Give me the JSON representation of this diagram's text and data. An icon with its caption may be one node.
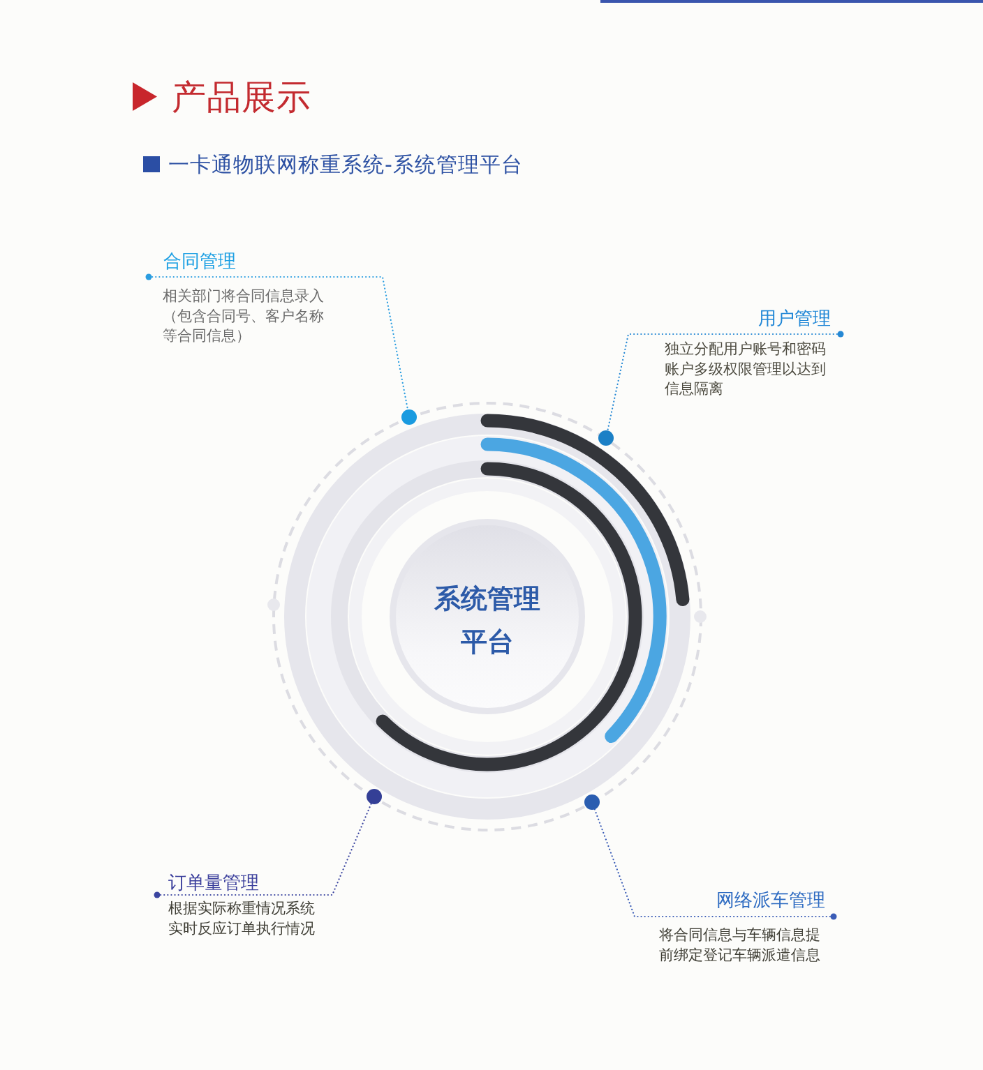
{
  "diagram": {
    "title": "产品展示",
    "nodes": [
      {
        "text": [
          "合同管理",
          "相关部门将合同信息录入（包含合同号、客户名称等合同信息）"
        ]
      },
      {
        "text": [
          "用户管理",
          "独立分配用户账号和密码账户多级权限管理以达到信息隔离"
        ]
      },
      {
        "text": [],
        "shape": "circle"
      },
      {
        "text": [],
        "shape": "circle"
      },
      {
        "text": [
          "系统管理平台"
        ]
      },
      {
        "text": [],
        "shape": "circle"
      },
      {
        "text": [],
        "shape": "circle"
      },
      {
        "text": [
          "订单量管理",
          "根据实际称重情况系统实时反应订单执行情况"
        ]
      },
      {
        "text": [
          "网络派车管理",
          "将合同信息与车辆信息提前绑定登记车辆派遣信息"
        ]
      }
    ],
    "edges": [
      {
        "from": 0,
        "to": 2,
        "arrow": "other",
        "color": "#2a9de0"
      },
      {
        "from": 1,
        "to": 3,
        "arrow": "other",
        "color": "#2588d4"
      },
      {
        "from": 7,
        "to": 5,
        "arrow": "other",
        "color": "#3b45a0"
      },
      {
        "from": 8,
        "to": 6,
        "arrow": "other",
        "color": "#3a5cb6"
      }
    ],
    "labels": [
      "一卡通物联网称重系统-系统管理平台"
    ]
  }
}
